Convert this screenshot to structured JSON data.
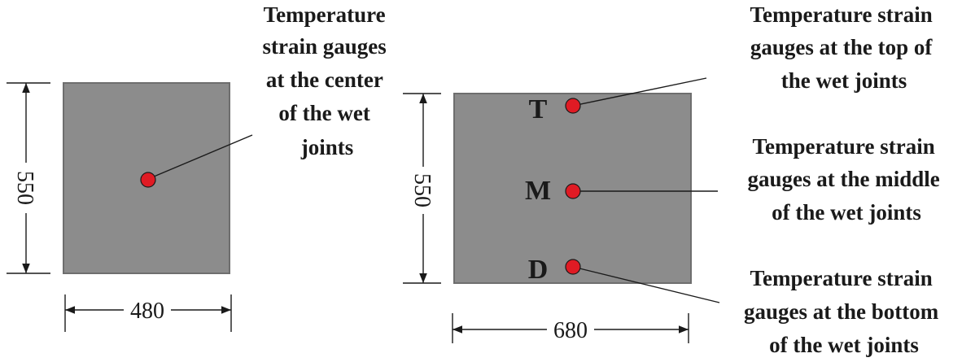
{
  "colors": {
    "section_fill": "#8c8c8c",
    "section_stroke": "#6e6e6e",
    "gauge_fill": "#e01b24",
    "line": "#1a1a1a"
  },
  "left_section": {
    "width_label": "480",
    "height_label": "550",
    "gauge_note": [
      "Temperature",
      "strain gauges",
      "at the center",
      "of the wet",
      "joints"
    ]
  },
  "right_section": {
    "width_label": "680",
    "height_label": "550",
    "gauges": [
      {
        "letter": "T",
        "note": [
          "Temperature strain",
          "gauges at the top of",
          "the wet joints"
        ]
      },
      {
        "letter": "M",
        "note": [
          "Temperature strain",
          "gauges at the middle",
          "of the wet joints"
        ]
      },
      {
        "letter": "D",
        "note": [
          "Temperature strain",
          "gauges at the bottom",
          "of the wet joints"
        ]
      }
    ]
  }
}
